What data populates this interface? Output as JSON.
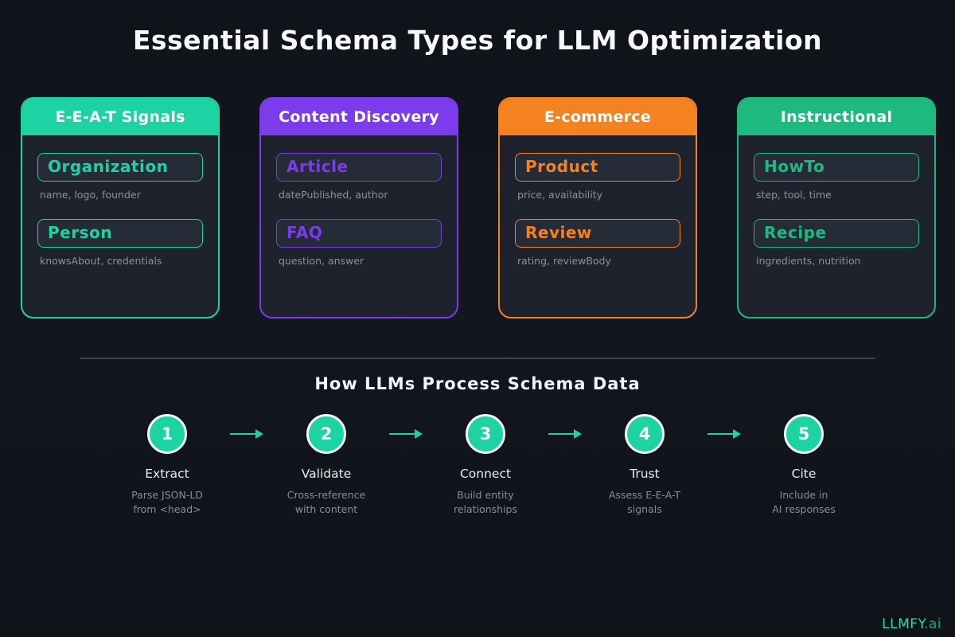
{
  "page": {
    "title": "Essential Schema Types for LLM Optimization",
    "footer": {
      "brand": "LLMFY",
      "suffix": ".ai",
      "brand_color": "#2bd8a8",
      "suffix_color": "#17a87f"
    }
  },
  "cards": [
    {
      "title": "E-E-A-T Signals",
      "accent": "#1dd3a4",
      "items": [
        {
          "name": "Organization",
          "props": "name, logo, founder"
        },
        {
          "name": "Person",
          "props": "knowsAbout, credentials"
        }
      ]
    },
    {
      "title": "Content Discovery",
      "accent": "#7c3bec",
      "items": [
        {
          "name": "Article",
          "props": "datePublished, author"
        },
        {
          "name": "FAQ",
          "props": "question, answer"
        }
      ]
    },
    {
      "title": "E-commerce",
      "accent": "#f58220",
      "items": [
        {
          "name": "Product",
          "props": "price, availability"
        },
        {
          "name": "Review",
          "props": "rating, reviewBody"
        }
      ]
    },
    {
      "title": "Instructional",
      "accent": "#1eb97f",
      "items": [
        {
          "name": "HowTo",
          "props": "step, tool, time"
        },
        {
          "name": "Recipe",
          "props": "ingredients, nutrition"
        }
      ]
    }
  ],
  "process": {
    "heading": "How LLMs Process Schema Data",
    "circle_color": "#1dd3a4",
    "arrow_color": "#1dd3a4",
    "steps": [
      {
        "number": "1",
        "label": "Extract",
        "line1": "Parse JSON-LD",
        "line2": "from <head>"
      },
      {
        "number": "2",
        "label": "Validate",
        "line1": "Cross-reference",
        "line2": "with content"
      },
      {
        "number": "3",
        "label": "Connect",
        "line1": "Build entity",
        "line2": "relationships"
      },
      {
        "number": "4",
        "label": "Trust",
        "line1": "Assess E-E-A-T",
        "line2": "signals"
      },
      {
        "number": "5",
        "label": "Cite",
        "line1": "Include in",
        "line2": "AI responses"
      }
    ]
  }
}
